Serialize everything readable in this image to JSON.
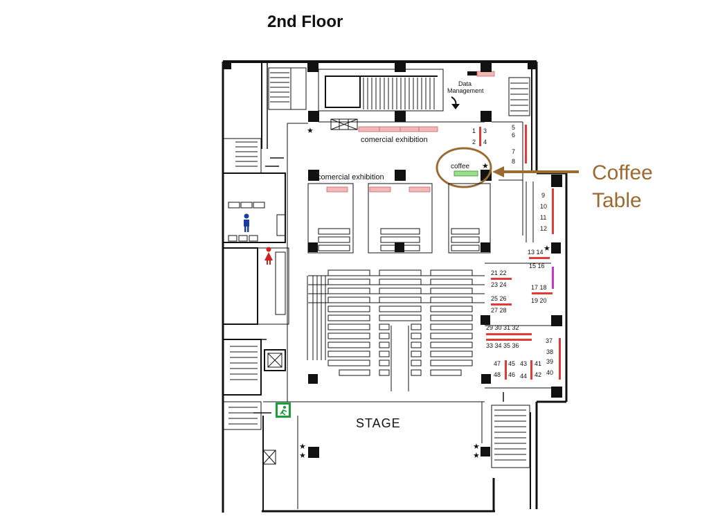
{
  "title": "2nd Floor",
  "callout": {
    "line1": "Coffee",
    "line2": "Table",
    "color": "#9b6a30"
  },
  "labels": {
    "data_management_1": "Data",
    "data_management_2": "Management",
    "exhibition_top": "comercial exhibition",
    "exhibition_mid": "comercial exhibition",
    "coffee": "coffee",
    "stage": "STAGE"
  },
  "booths": [
    {
      "id": "b1",
      "text": "1"
    },
    {
      "id": "b2",
      "text": "2"
    },
    {
      "id": "b3",
      "text": "3"
    },
    {
      "id": "b4",
      "text": "4"
    },
    {
      "id": "b5",
      "text": "5"
    },
    {
      "id": "b6",
      "text": "6"
    },
    {
      "id": "b7",
      "text": "7"
    },
    {
      "id": "b8",
      "text": "8"
    },
    {
      "id": "b9",
      "text": "9"
    },
    {
      "id": "b10",
      "text": "10"
    },
    {
      "id": "b11",
      "text": "11"
    },
    {
      "id": "b12",
      "text": "12"
    },
    {
      "id": "b13",
      "text": "13 14"
    },
    {
      "id": "b15",
      "text": "15 16"
    },
    {
      "id": "b17",
      "text": "17 18"
    },
    {
      "id": "b19",
      "text": "19 20"
    },
    {
      "id": "b21",
      "text": "21 22"
    },
    {
      "id": "b23",
      "text": "23 24"
    },
    {
      "id": "b25",
      "text": "25 26"
    },
    {
      "id": "b27",
      "text": "27 28"
    },
    {
      "id": "b29",
      "text": "29 30 31 32"
    },
    {
      "id": "b33",
      "text": "33 34 35 36"
    },
    {
      "id": "b37",
      "text": "37"
    },
    {
      "id": "b38",
      "text": "38"
    },
    {
      "id": "b39",
      "text": "39"
    },
    {
      "id": "b40",
      "text": "40"
    },
    {
      "id": "b41",
      "text": "41"
    },
    {
      "id": "b42",
      "text": "42"
    },
    {
      "id": "b47",
      "text": "47"
    },
    {
      "id": "b45",
      "text": "45"
    },
    {
      "id": "b43",
      "text": "43"
    },
    {
      "id": "b48",
      "text": "48"
    },
    {
      "id": "b46",
      "text": "46"
    },
    {
      "id": "b44",
      "text": "44"
    }
  ],
  "colors": {
    "wall": "#111111",
    "booth_red": "#e03a3a",
    "exhibit_pink": "#f2b7b7",
    "coffee_green": "#9be08a",
    "accent_purple": "#cc33cc",
    "exit_green": "#1a9e3a",
    "men_icon": "#1a3fa0",
    "women_icon": "#d02020"
  },
  "icons": [
    "men-restroom-icon",
    "women-restroom-icon",
    "emergency-exit-icon",
    "elevator-icon",
    "star-icon",
    "arrow-icon"
  ]
}
